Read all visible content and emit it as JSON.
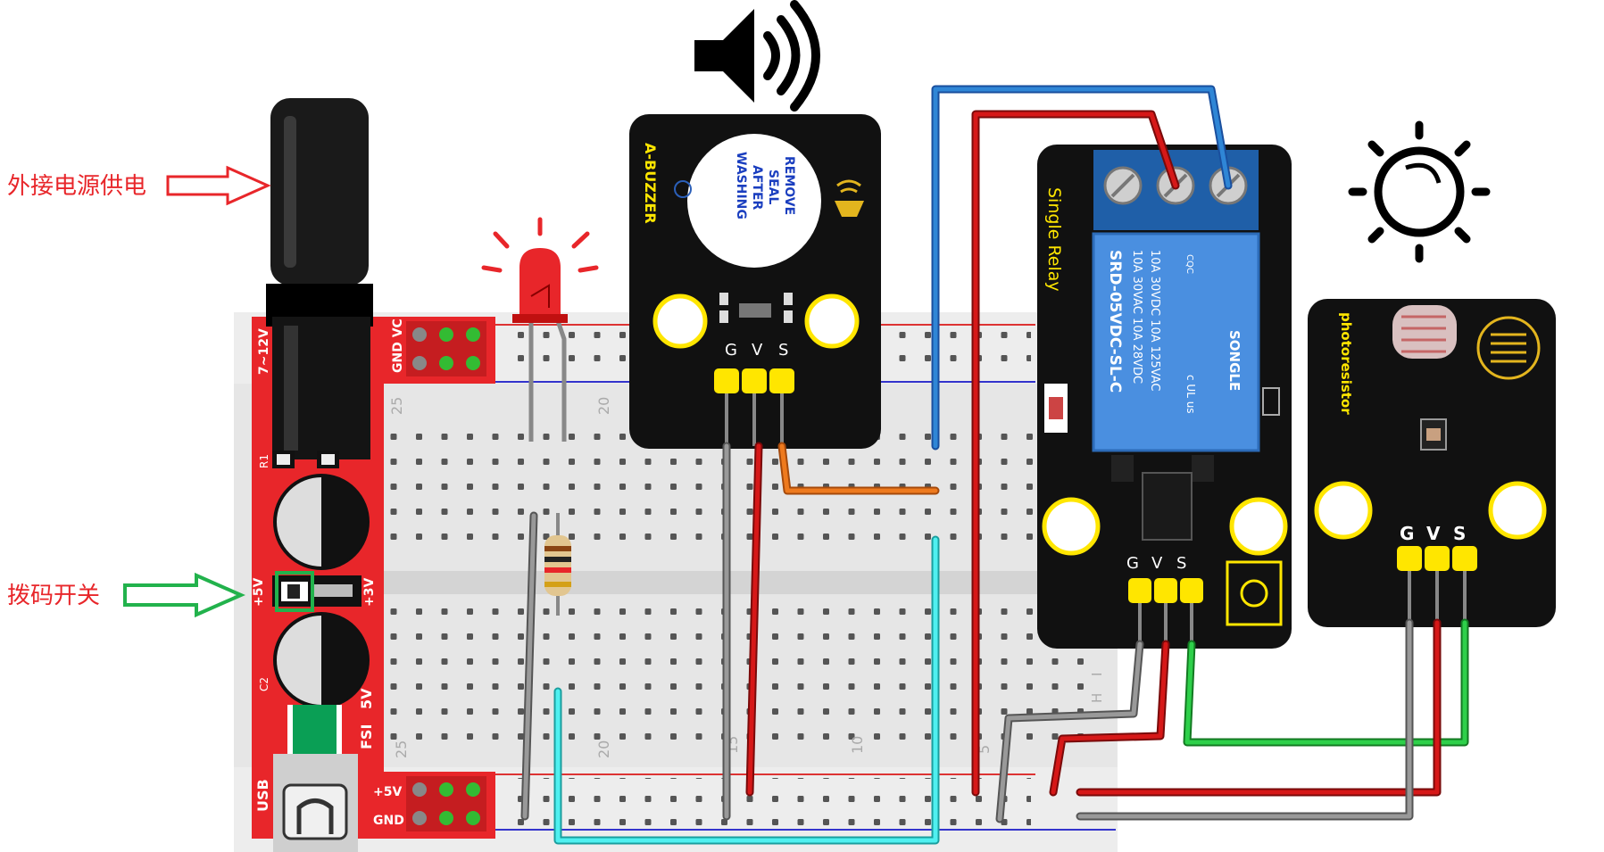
{
  "annotations": {
    "power_label": "外接电源供电",
    "switch_label": "拨码开关"
  },
  "power_module": {
    "vin_label": "7~12V",
    "gnd_vc_top": "GND VC",
    "r1": "R1",
    "c2": "C2",
    "plus5v_left": "+5V",
    "plus3v": "+3V",
    "fsi": "FSI",
    "five_v": "5V",
    "usb": "USB",
    "plus5v_bottom": "+5V",
    "gnd_bottom": "GND"
  },
  "breadboard": {
    "col_25_top": "25",
    "col_20_top": "20",
    "col_25_bottom": "25",
    "col_20_bottom": "20",
    "col_15_bottom": "15",
    "col_10_bottom": "10",
    "col_5_bottom": "5",
    "row_i": "I",
    "row_h": "H"
  },
  "buzzer": {
    "name": "A-BUZZER",
    "seal_line1": "REMOVE",
    "seal_line2": "SEAL",
    "seal_line3": "AFTER",
    "seal_line4": "WASHING",
    "pin_g": "G",
    "pin_v": "V",
    "pin_s": "S"
  },
  "relay": {
    "name": "Single Relay",
    "spec1": "10A 30VAC  10A 28VDC",
    "spec2": "10A 30VDC  10A 125VAC",
    "model": "SRD-05VDC-SL-C",
    "brand": "SONGLE",
    "cqc": "CQC",
    "ul": "c UL us",
    "pin_g": "G",
    "pin_v": "V",
    "pin_s": "S"
  },
  "photoresistor": {
    "name": "photoresistor",
    "pin_g": "G",
    "pin_v": "V",
    "pin_s": "S"
  },
  "colors": {
    "board_red": "#e8262a",
    "module_black": "#111111",
    "header_yellow": "#ffe600",
    "wire_red": "#cc1111",
    "wire_blue": "#2277cc",
    "wire_gray": "#888888",
    "wire_green": "#22bb33",
    "wire_cyan": "#33dddd",
    "wire_orange": "#e07018",
    "relay_blue": "#4a8fe0"
  },
  "icons": [
    "speaker-icon",
    "sun-icon",
    "led-icon",
    "resistor-icon",
    "dc-jack-icon",
    "usb-icon"
  ]
}
